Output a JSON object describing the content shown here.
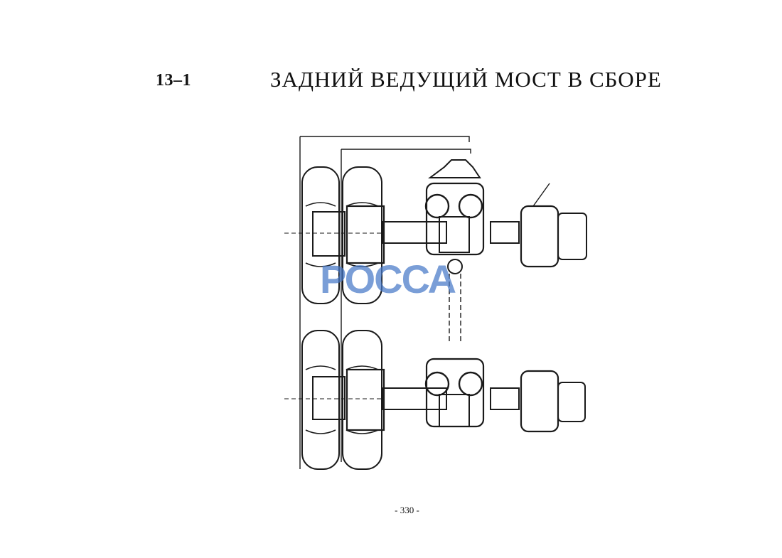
{
  "header": {
    "section_number": "13–1",
    "title": "ЗАДНИЙ ВЕДУЩИЙ МОСТ В СБОРЕ"
  },
  "watermark": {
    "text": "РОССА",
    "color": "#4678c8"
  },
  "footer": {
    "page_number": "- 330 -"
  }
}
